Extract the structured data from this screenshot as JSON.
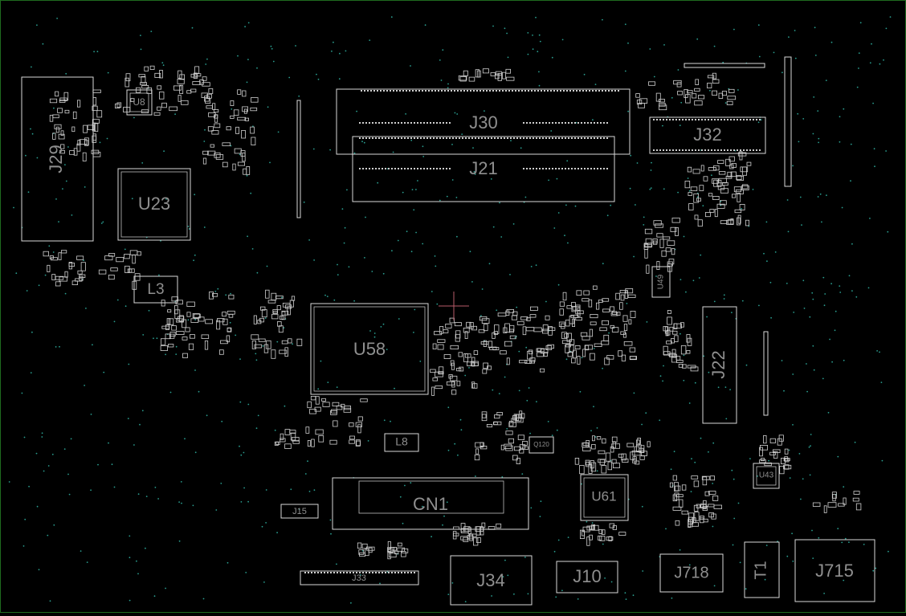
{
  "viewer": {
    "border_color": "#1f6b1f",
    "background": "#000000",
    "outline_color": "#d9d9d9",
    "label_color": "#8f8f8f",
    "via_color": "#2a9d8f",
    "cursor_color": "#b85c6a"
  },
  "components": [
    {
      "id": "J29",
      "label": "J29"
    },
    {
      "id": "U8",
      "label": "U8"
    },
    {
      "id": "U23",
      "label": "U23"
    },
    {
      "id": "J30",
      "label": "J30"
    },
    {
      "id": "J21",
      "label": "J21"
    },
    {
      "id": "J32",
      "label": "J32"
    },
    {
      "id": "L3",
      "label": "L3"
    },
    {
      "id": "U58",
      "label": "U58"
    },
    {
      "id": "U49",
      "label": "U49"
    },
    {
      "id": "J22",
      "label": "J22"
    },
    {
      "id": "L8",
      "label": "L8"
    },
    {
      "id": "Q120",
      "label": "Q120"
    },
    {
      "id": "CN1",
      "label": "CN1"
    },
    {
      "id": "J15",
      "label": "J15"
    },
    {
      "id": "U61",
      "label": "U61"
    },
    {
      "id": "U43",
      "label": "U43"
    },
    {
      "id": "J33",
      "label": "J33"
    },
    {
      "id": "J34",
      "label": "J34"
    },
    {
      "id": "J10",
      "label": "J10"
    },
    {
      "id": "J718",
      "label": "J718"
    },
    {
      "id": "T1",
      "label": "T1"
    },
    {
      "id": "J715",
      "label": "J715"
    }
  ]
}
